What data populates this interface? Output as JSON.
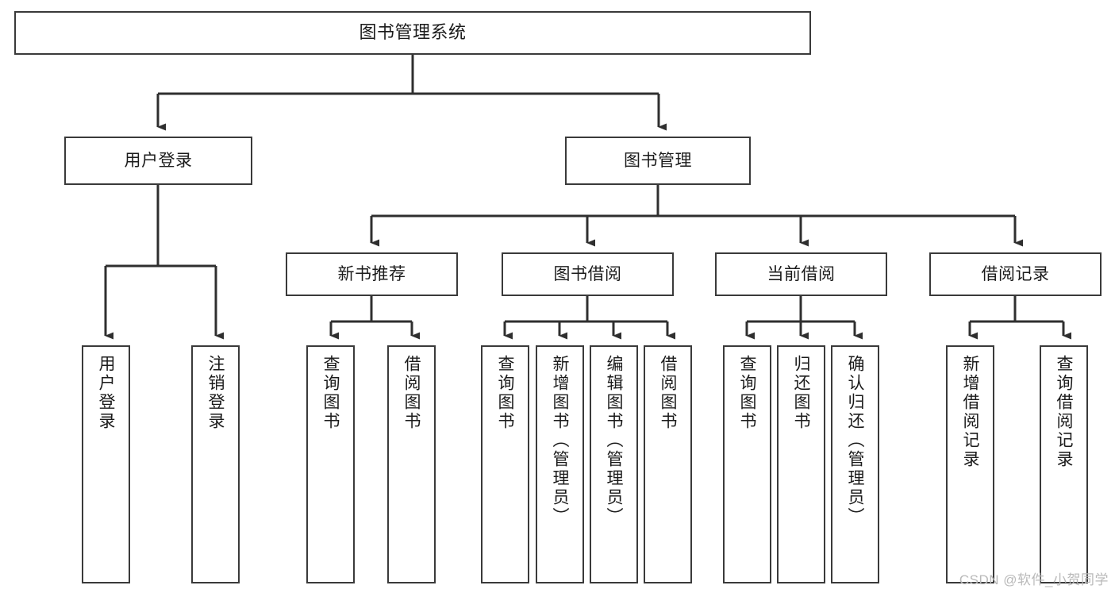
{
  "diagram": {
    "title": "图书管理系统",
    "type": "tree-hierarchy-chart",
    "colors": {
      "box_border": "#3a3a3a",
      "box_fill": "#ffffff",
      "edge": "#2f2f2f",
      "text": "#1b1b1b",
      "watermark": "#b9b9b9",
      "background": "#ffffff"
    },
    "nodes": {
      "root": {
        "label": "图书管理系统"
      },
      "level2": [
        {
          "id": "user-login",
          "label": "用户登录"
        },
        {
          "id": "book-management",
          "label": "图书管理"
        }
      ],
      "level3": [
        {
          "id": "new-book-recommend",
          "label": "新书推荐"
        },
        {
          "id": "book-borrow",
          "label": "图书借阅"
        },
        {
          "id": "current-borrow",
          "label": "当前借阅"
        },
        {
          "id": "borrow-record",
          "label": "借阅记录"
        }
      ],
      "leaves": {
        "user-login": [
          {
            "id": "leaf-user-login",
            "label": "用户登录"
          },
          {
            "id": "leaf-user-logout",
            "label": "注销登录"
          }
        ],
        "new-book-recommend": [
          {
            "id": "leaf-query-book-1",
            "label": "查询图书"
          },
          {
            "id": "leaf-borrow-book-1",
            "label": "借阅图书"
          }
        ],
        "book-borrow": [
          {
            "id": "leaf-query-book-2",
            "label": "查询图书"
          },
          {
            "id": "leaf-add-book",
            "label": "新增图书（管理员）"
          },
          {
            "id": "leaf-edit-book",
            "label": "编辑图书（管理员）"
          },
          {
            "id": "leaf-borrow-book-2",
            "label": "借阅图书"
          }
        ],
        "current-borrow": [
          {
            "id": "leaf-query-book-3",
            "label": "查询图书"
          },
          {
            "id": "leaf-return-book",
            "label": "归还图书"
          },
          {
            "id": "leaf-confirm-return",
            "label": "确认归还（管理员）"
          }
        ],
        "borrow-record": [
          {
            "id": "leaf-add-record",
            "label": "新增借阅记录"
          },
          {
            "id": "leaf-query-record",
            "label": "查询借阅记录"
          }
        ]
      }
    },
    "watermark": "CSDN @软件_小贺同学"
  }
}
